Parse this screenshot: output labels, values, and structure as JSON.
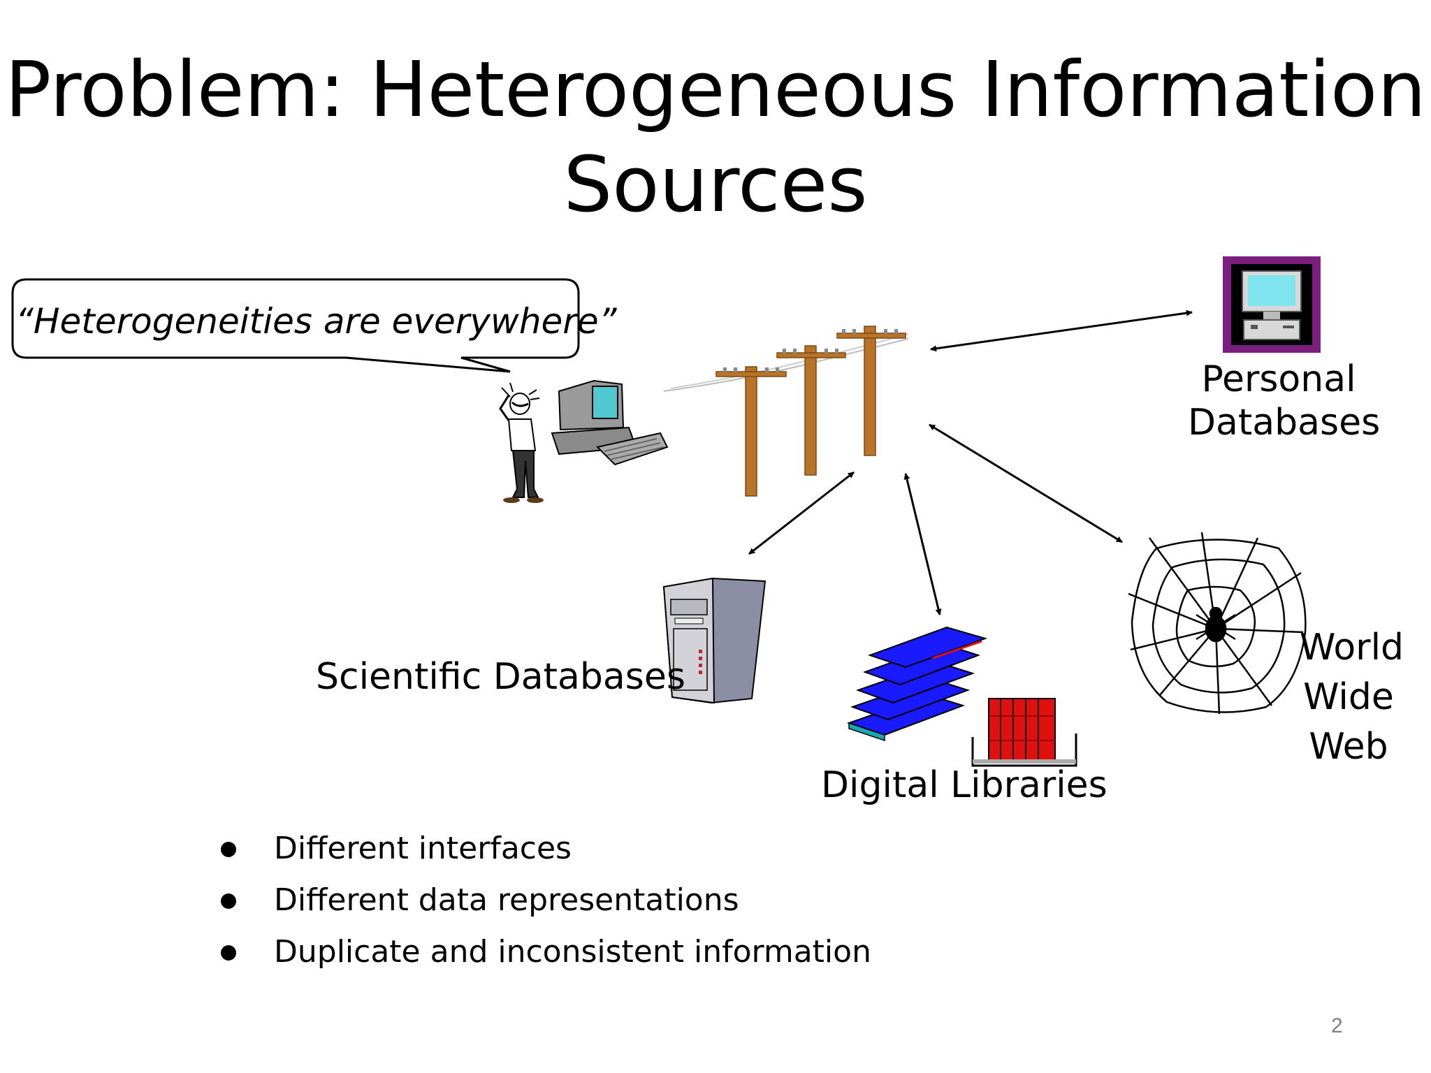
{
  "slide": {
    "title_line1": "Problem: Heterogeneous Information",
    "title_line2": "Sources",
    "callout": "“Heterogeneities are everywhere”",
    "nodes": {
      "personal_line1": "Personal",
      "personal_line2": "Databases",
      "scientific": "Scientific Databases",
      "digital_libraries": "Digital Libraries",
      "www_line1": "World",
      "www_line2": "Wide",
      "www_line3": "Web"
    },
    "bullets": [
      "Different interfaces",
      "Different data representations",
      "Duplicate and inconsistent information"
    ],
    "page_number": "2"
  },
  "colors": {
    "pole": "#b8752a",
    "monitor_frame": "#7a1f7e",
    "monitor_screen": "#7fe4ee",
    "book_blue": "#1a1aff",
    "book_red": "#e01010",
    "server_body": "#8c8ea6"
  },
  "icons": [
    "confused-user-icon",
    "desktop-computer-icon",
    "utility-poles-icon",
    "personal-computer-icon",
    "server-tower-icon",
    "books-icon",
    "spider-web-icon"
  ]
}
